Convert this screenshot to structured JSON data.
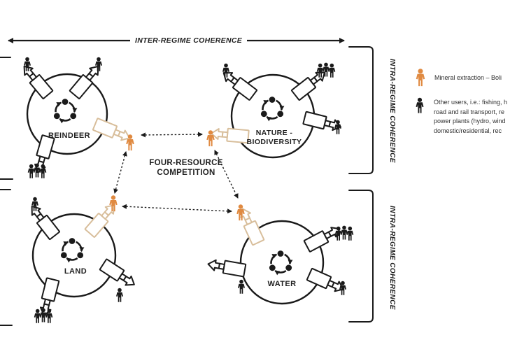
{
  "figure": {
    "top_label": "INTER-REGIME COHERENCE",
    "right_label_top": "INTRA-REGIME COHERENCE",
    "right_label_bottom": "INTRA-REGIME COHERENCE",
    "center_label_line1": "FOUR-RESOURCE",
    "center_label_line2": "COMPETITION",
    "regimes": {
      "reindeer_label": "REINDEER",
      "nature_label_line1": "NATURE -",
      "nature_label_line2": "BIODIVERSITY",
      "land_label": "LAND",
      "water_label": "WATER"
    }
  },
  "legend": {
    "mineral_label": "Mineral extraction – Boli",
    "other_line1": "Other users, i.e.: fishing, h",
    "other_line2": "road and rail transport, re",
    "other_line3": "power plants (hydro, wind",
    "other_line4": "domestic/residential, rec"
  },
  "colors": {
    "orange": "#E08A41",
    "tan": "#D8BE9B",
    "black": "#1A1A1A"
  }
}
